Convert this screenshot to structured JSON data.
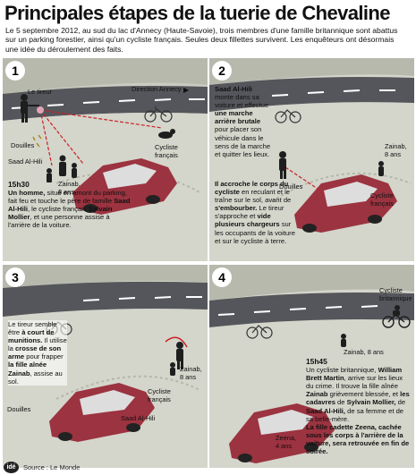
{
  "title": "Principales étapes de la tuerie de Chevaline",
  "intro": "Le 5 septembre 2012, au sud du lac d'Annecy (Haute-Savoie), trois membres d'une famille britannique sont abattus sur un parking forestier, ainsi qu'un cycliste français. Seules deux fillettes survivent. Les enquêteurs ont désormais une idée du déroulement des faits.",
  "panels": {
    "p1": {
      "number": "1",
      "labels": {
        "tireur": "Le tireur",
        "direction": "Direction Annecy",
        "douilles": "Douilles",
        "saad": "Saad Al-Hili",
        "cycliste": "Cycliste\nfrançais",
        "zainab": "Zainab,\n8 ans"
      },
      "time": "15h30",
      "body": [
        {
          "t": "Un homme,",
          "b": true
        },
        {
          "t": " situé en amont du parking, fait feu et touche le père de famille ",
          "b": false
        },
        {
          "t": "Saad Al-Hili",
          "b": true
        },
        {
          "t": ", le cycliste français ",
          "b": false
        },
        {
          "t": "Sylvain Mollier",
          "b": true
        },
        {
          "t": ", et une personne assise à l'arrière de la voiture.",
          "b": false
        }
      ]
    },
    "p2": {
      "number": "2",
      "labels": {
        "douilles": "Douilles",
        "zainab": "Zainab,\n8 ans",
        "cycliste": "Cycliste\nfrançais"
      },
      "body": [
        {
          "t": "Saad Al-Hili",
          "b": true
        },
        {
          "t": " monte dans sa voiture et effectue ",
          "b": false
        },
        {
          "t": "une marche arrière brutale",
          "b": true
        },
        {
          "t": " pour placer son véhicule dans le sens de la marche et quitter les lieux.",
          "b": false
        }
      ],
      "body2": [
        {
          "t": "Il accroche le corps du cycliste",
          "b": true
        },
        {
          "t": " en reculant et le traîne sur le sol, avant de ",
          "b": false
        },
        {
          "t": "s'embourber.",
          "b": true
        },
        {
          "t": " Le tireur s'approche et ",
          "b": false
        },
        {
          "t": "vide plusieurs chargeurs",
          "b": true
        },
        {
          "t": " sur les occupants de la voiture et sur le cycliste à terre.",
          "b": false
        }
      ]
    },
    "p3": {
      "number": "3",
      "labels": {
        "douilles": "Douilles",
        "cycliste": "Cycliste\nfrançais",
        "zainab": "Zainab,\n8 ans",
        "saad": "Saad Al-Hili"
      },
      "body": [
        {
          "t": "Le tireur semble être ",
          "b": false
        },
        {
          "t": "à court de munitions.",
          "b": true
        },
        {
          "t": " Il utilise la ",
          "b": false
        },
        {
          "t": "crosse de son arme",
          "b": true
        },
        {
          "t": " pour frapper ",
          "b": false
        },
        {
          "t": "la fille aînée Zainab",
          "b": true
        },
        {
          "t": ", assise au sol.",
          "b": false
        }
      ]
    },
    "p4": {
      "number": "4",
      "labels": {
        "cycliste": "Cycliste\nbritannique",
        "zainab": "Zainab, 8 ans",
        "zeena": "Zeena,\n4 ans"
      },
      "time": "15h45",
      "body": [
        {
          "t": "Un cycliste britannique, ",
          "b": false
        },
        {
          "t": "William Brett Martin",
          "b": true
        },
        {
          "t": ", arrive sur les lieux du crime. Il trouve la fille aînée ",
          "b": false
        },
        {
          "t": "Zainab",
          "b": true
        },
        {
          "t": " grièvement blessée, et ",
          "b": false
        },
        {
          "t": "les cadavres",
          "b": true
        },
        {
          "t": " de ",
          "b": false
        },
        {
          "t": "Sylvain Mollier,",
          "b": true
        },
        {
          "t": " de ",
          "b": false
        },
        {
          "t": "Saad Al-Hili,",
          "b": true
        },
        {
          "t": " de sa femme et de sa belle-mère.",
          "b": false
        }
      ],
      "body2": [
        {
          "t": "La fille cadette Zeena, cachée sous les corps à l'arrière de la voiture, sera retrouvée en fin de soirée.",
          "b": true
        }
      ]
    }
  },
  "footer": {
    "logo": "idé",
    "source": "Source : Le Monde"
  },
  "colors": {
    "road": "#525459",
    "grass": "#c9cbc0",
    "car": "#9c3340",
    "shot": "#cc1f24"
  }
}
